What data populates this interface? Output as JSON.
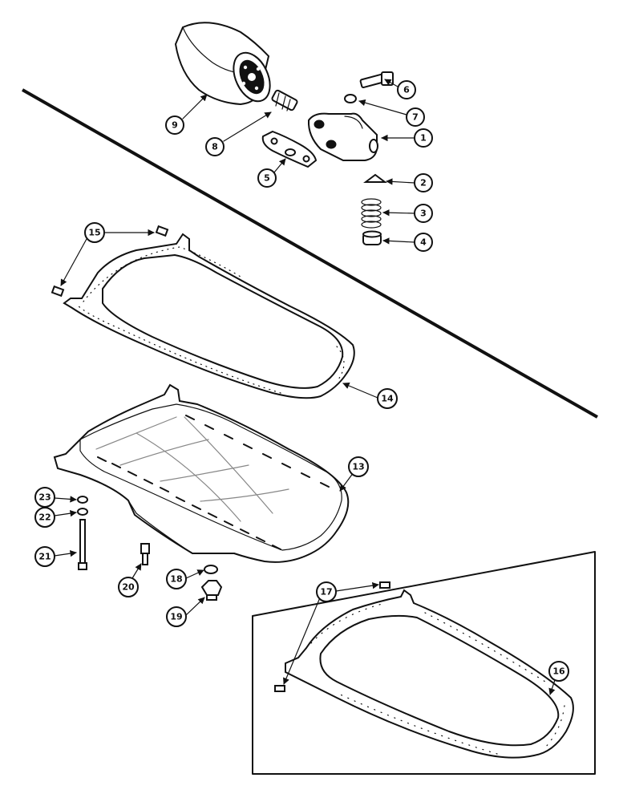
{
  "callouts": {
    "c1": "1",
    "c2": "2",
    "c3": "3",
    "c4": "4",
    "c5": "5",
    "c6": "6",
    "c7": "7",
    "c8": "8",
    "c9": "9",
    "c13": "13",
    "c14": "14",
    "c15": "15",
    "c16": "16",
    "c17": "17",
    "c18": "18",
    "c19": "19",
    "c20": "20",
    "c21": "21",
    "c22": "22",
    "c23": "23"
  }
}
